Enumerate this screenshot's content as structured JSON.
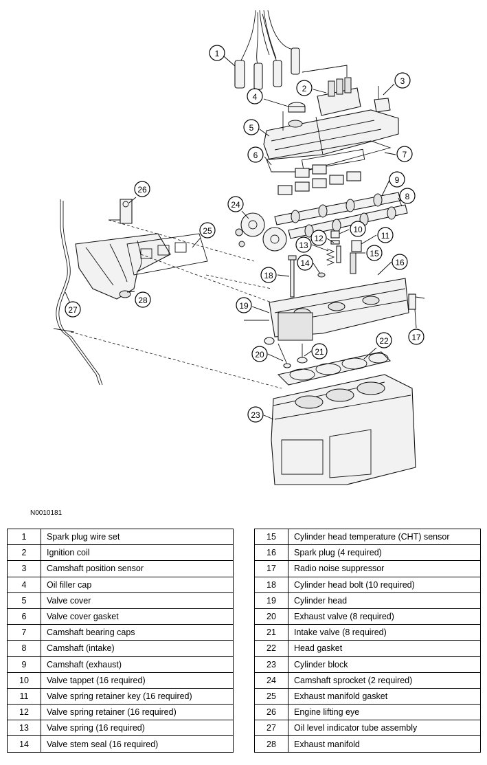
{
  "figure_id": "N0010181",
  "legend_left": [
    {
      "num": "1",
      "desc": "Spark plug wire set"
    },
    {
      "num": "2",
      "desc": "Ignition coil"
    },
    {
      "num": "3",
      "desc": "Camshaft position sensor"
    },
    {
      "num": "4",
      "desc": "Oil filler cap"
    },
    {
      "num": "5",
      "desc": "Valve cover"
    },
    {
      "num": "6",
      "desc": "Valve cover gasket"
    },
    {
      "num": "7",
      "desc": "Camshaft bearing caps"
    },
    {
      "num": "8",
      "desc": "Camshaft (intake)"
    },
    {
      "num": "9",
      "desc": "Camshaft (exhaust)"
    },
    {
      "num": "10",
      "desc": "Valve tappet (16 required)"
    },
    {
      "num": "11",
      "desc": "Valve spring retainer key (16 required)"
    },
    {
      "num": "12",
      "desc": "Valve spring retainer (16 required)"
    },
    {
      "num": "13",
      "desc": "Valve spring (16 required)"
    },
    {
      "num": "14",
      "desc": "Valve stem seal (16 required)"
    }
  ],
  "legend_right": [
    {
      "num": "15",
      "desc": "Cylinder head temperature (CHT) sensor"
    },
    {
      "num": "16",
      "desc": "Spark plug (4 required)"
    },
    {
      "num": "17",
      "desc": "Radio noise suppressor"
    },
    {
      "num": "18",
      "desc": "Cylinder head bolt (10 required)"
    },
    {
      "num": "19",
      "desc": "Cylinder head"
    },
    {
      "num": "20",
      "desc": "Exhaust valve (8 required)"
    },
    {
      "num": "21",
      "desc": "Intake valve (8 required)"
    },
    {
      "num": "22",
      "desc": "Head gasket"
    },
    {
      "num": "23",
      "desc": "Cylinder block"
    },
    {
      "num": "24",
      "desc": "Camshaft sprocket (2 required)"
    },
    {
      "num": "25",
      "desc": "Exhaust manifold gasket"
    },
    {
      "num": "26",
      "desc": "Engine lifting eye"
    },
    {
      "num": "27",
      "desc": "Oil level indicator tube assembly"
    },
    {
      "num": "28",
      "desc": "Exhaust manifold"
    }
  ],
  "callouts": [
    "1",
    "2",
    "3",
    "4",
    "5",
    "6",
    "7",
    "8",
    "9",
    "10",
    "11",
    "12",
    "13",
    "14",
    "15",
    "16",
    "17",
    "18",
    "19",
    "20",
    "21",
    "22",
    "23",
    "24",
    "25",
    "26",
    "27",
    "28"
  ]
}
